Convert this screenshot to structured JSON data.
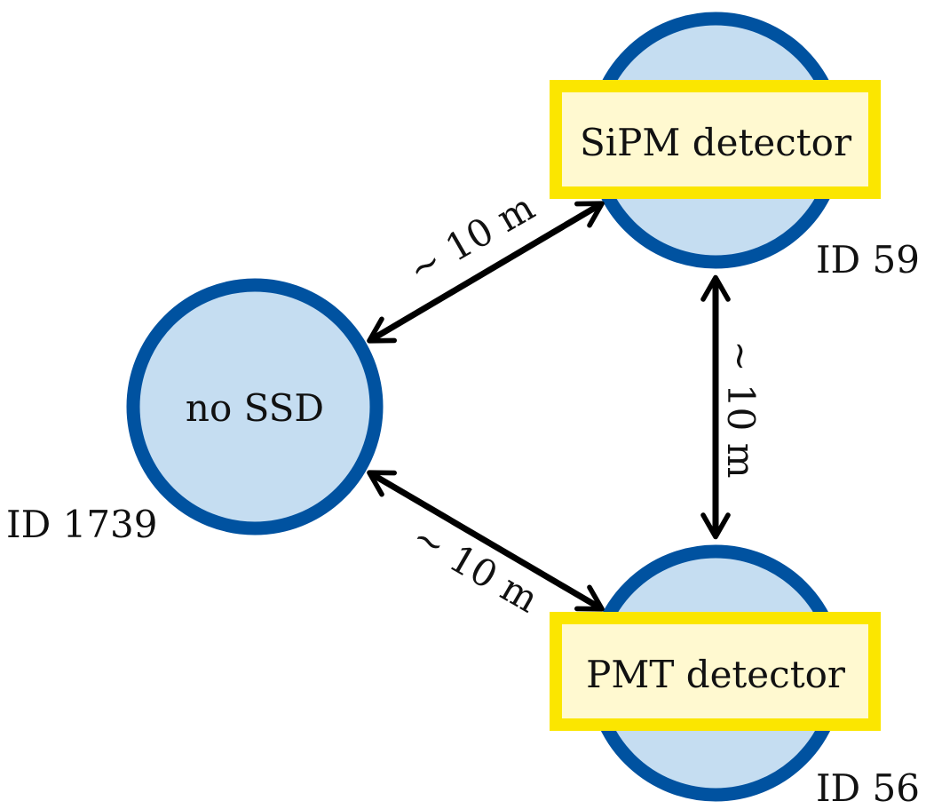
{
  "colors": {
    "circle_fill": "#c5ddf1",
    "circle_stroke": "#0052a0",
    "box_fill": "#fff9d0",
    "box_stroke": "#fbe600",
    "arrow": "#000000",
    "text": "#111111"
  },
  "stations": {
    "center": {
      "text": "no SSD",
      "id_label": "ID 1739"
    },
    "top": {
      "detector_label": "SiPM detector",
      "id_label": "ID 59"
    },
    "bottom": {
      "detector_label": "PMT detector",
      "id_label": "ID 56"
    }
  },
  "distances": {
    "center_top": "∼ 10 m",
    "center_bottom": "∼ 10 m",
    "top_bottom": "∼ 10 m"
  }
}
